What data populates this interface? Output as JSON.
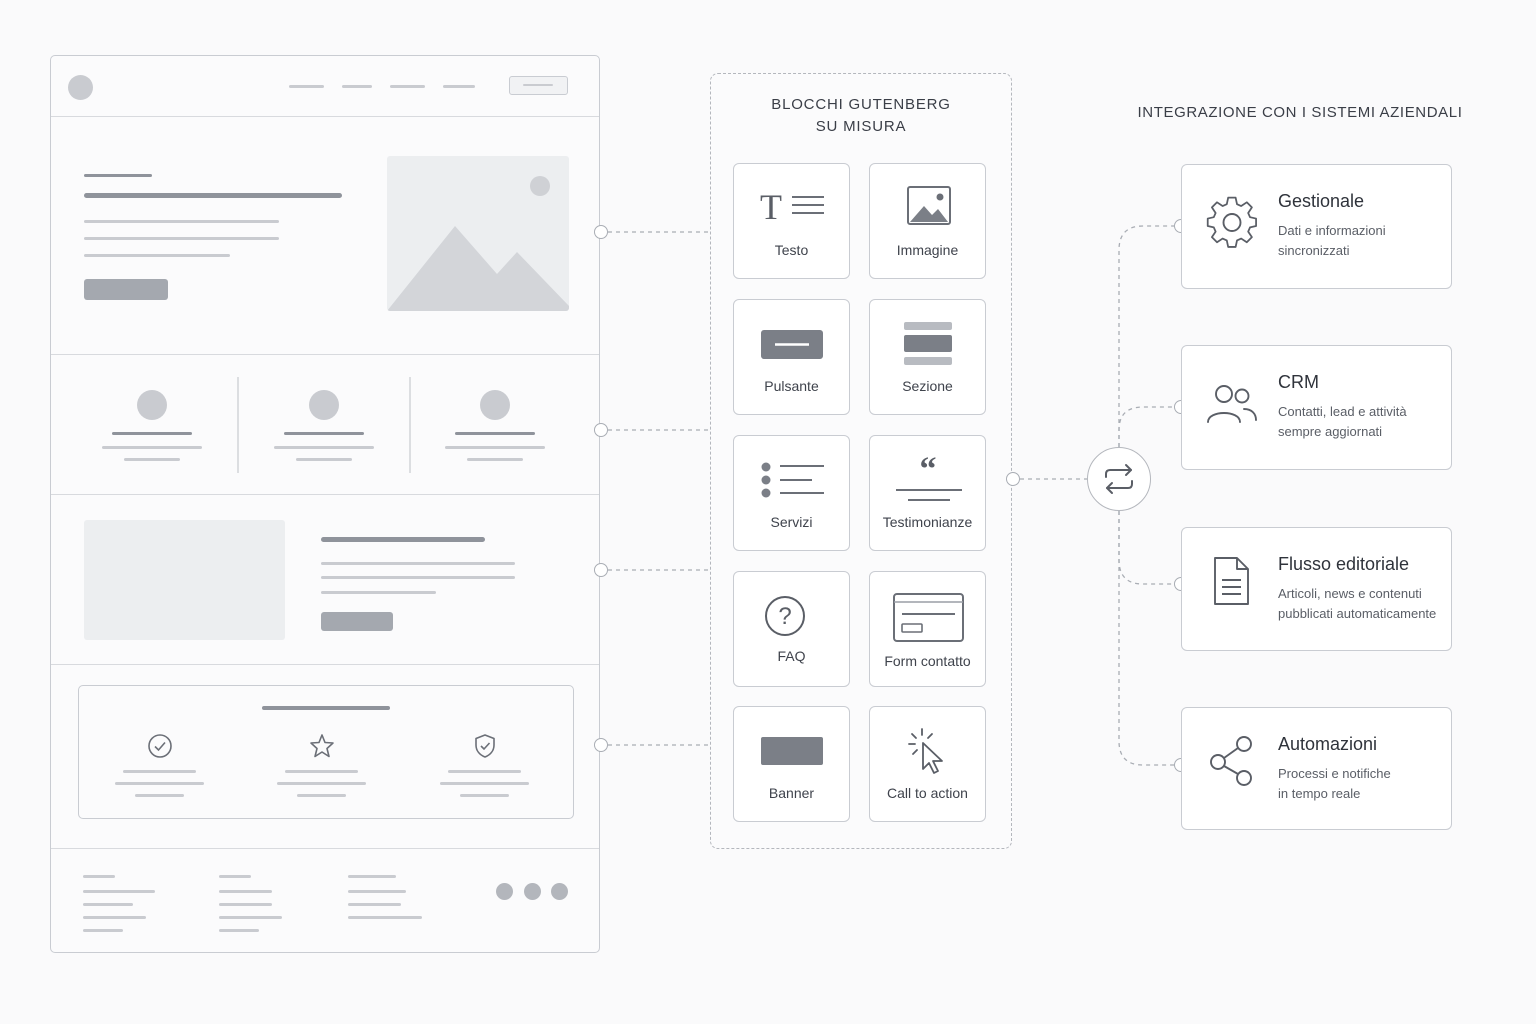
{
  "blocks_panel": {
    "title_line1": "BLOCCHI GUTENBERG",
    "title_line2": "SU MISURA",
    "blocks": [
      {
        "label": "Testo",
        "icon": "text-icon"
      },
      {
        "label": "Immagine",
        "icon": "image-icon"
      },
      {
        "label": "Pulsante",
        "icon": "button-icon"
      },
      {
        "label": "Sezione",
        "icon": "section-icon"
      },
      {
        "label": "Servizi",
        "icon": "list-icon"
      },
      {
        "label": "Testimonianze",
        "icon": "quote-icon"
      },
      {
        "label": "FAQ",
        "icon": "question-icon"
      },
      {
        "label": "Form contatto",
        "icon": "form-icon"
      },
      {
        "label": "Banner",
        "icon": "banner-icon"
      },
      {
        "label": "Call to action",
        "icon": "cursor-click-icon"
      }
    ]
  },
  "integration": {
    "title": "INTEGRAZIONE CON I SISTEMI AZIENDALI",
    "hub_icon": "sync-arrows-icon",
    "cards": [
      {
        "title": "Gestionale",
        "line1": "Dati e informazioni",
        "line2": "sincronizzati",
        "icon": "gear-icon"
      },
      {
        "title": "CRM",
        "line1": "Contatti, lead e attività",
        "line2": "sempre aggiornati",
        "icon": "users-icon"
      },
      {
        "title": "Flusso editoriale",
        "line1": "Articoli, news e contenuti",
        "line2": "pubblicati automaticamente",
        "icon": "document-icon"
      },
      {
        "title": "Automazioni",
        "line1": "Processi e notifiche",
        "line2": "in tempo reale",
        "icon": "share-nodes-icon"
      }
    ]
  },
  "colors": {
    "stroke": "#c9ccd2",
    "dark_bar": "#8f939b",
    "text": "#3f434c"
  }
}
